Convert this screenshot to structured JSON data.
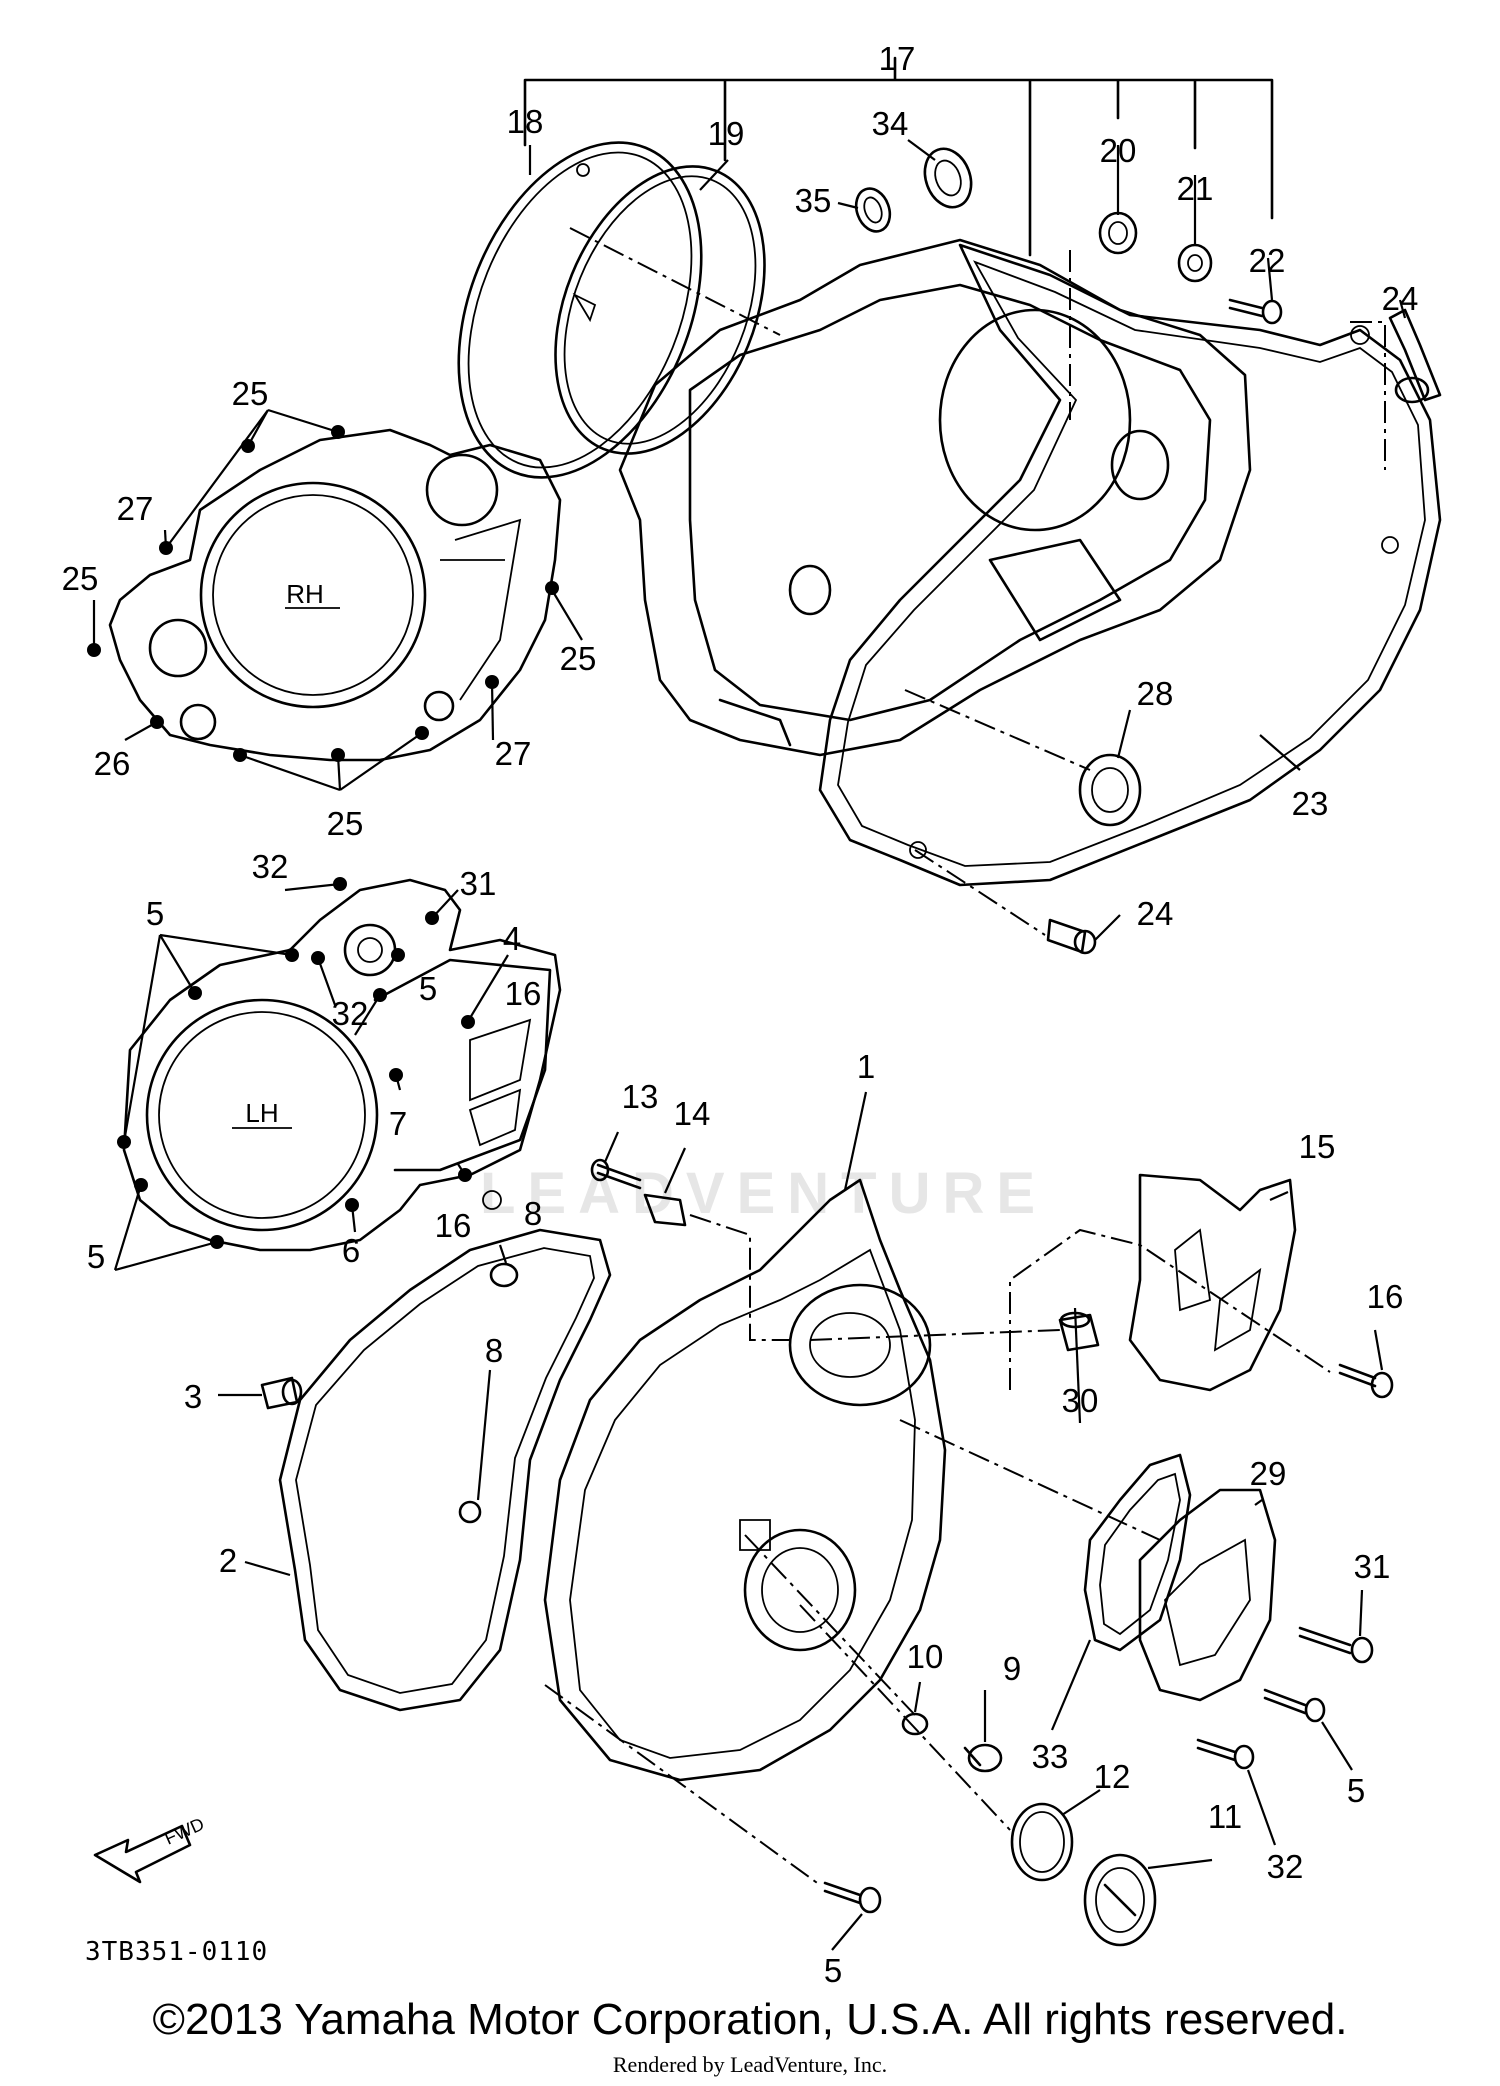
{
  "diagram": {
    "group_label": "17",
    "side_labels": {
      "rh": "RH",
      "lh": "LH"
    },
    "fwd_label": "FWD",
    "drawing_code": "3TB351-0110",
    "watermark": "LEADVENTURE",
    "copyright": "©2013 Yamaha Motor Corporation, U.S.A. All rights reserved.",
    "rendered_by": "Rendered by LeadVenture, Inc.",
    "callouts": {
      "c18": "18",
      "c19": "19",
      "c34": "34",
      "c35": "35",
      "c20": "20",
      "c21": "21",
      "c22": "22",
      "c24a": "24",
      "c24b": "24",
      "c28": "28",
      "c23": "23",
      "c25a": "25",
      "c25b": "25",
      "c25c": "25",
      "c25d": "25",
      "c27a": "27",
      "c27b": "27",
      "c26": "26",
      "c32a": "32",
      "c31a": "31",
      "c5a": "5",
      "c4": "4",
      "c5b": "5",
      "c16a": "16",
      "c32b": "32",
      "c7": "7",
      "c16b": "16",
      "c5c": "5",
      "c6": "6",
      "c8a": "8",
      "c13": "13",
      "c14": "14",
      "c1": "1",
      "c15": "15",
      "c16c": "16",
      "c3": "3",
      "c8b": "8",
      "c2": "2",
      "c30": "30",
      "c29": "29",
      "c10": "10",
      "c9": "9",
      "c31b": "31",
      "c33": "33",
      "c5d": "5",
      "c12": "12",
      "c32c": "32",
      "c11": "11",
      "c5e": "5"
    }
  }
}
